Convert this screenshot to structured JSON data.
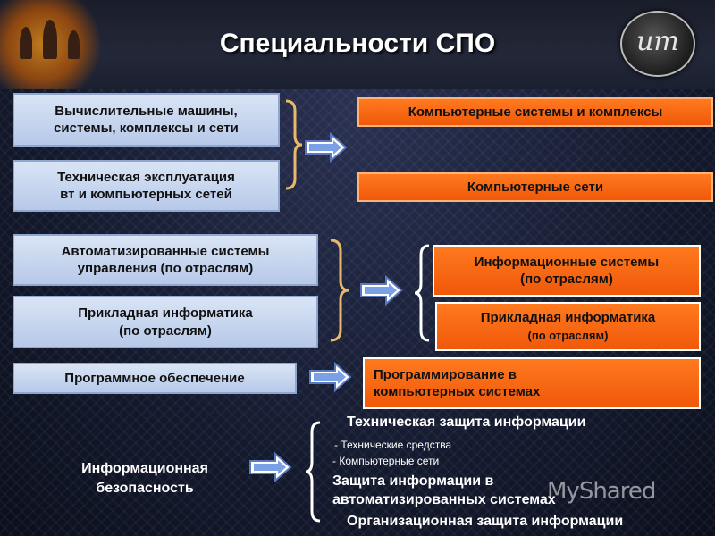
{
  "title": "Специальности СПО",
  "logo_text": "um",
  "left_boxes": {
    "vm_line1": "Вычислительные машины,",
    "vm_line2": "системы, комплексы и сети",
    "te_line1": "Техническая эксплуатация",
    "te_line2": "вт и компьютерных сетей",
    "asu_line1": "Автоматизированные системы",
    "asu_line2": "управления (по отраслям)",
    "pi_line1": "Прикладная информатика",
    "pi_line2": "(по отраслям)",
    "po": "Программное обеспечение"
  },
  "right_boxes": {
    "ksk": "Компьютерные системы и комплексы",
    "ks": "Компьютерные сети",
    "is_line1": "Информационные системы",
    "is_line2": "(по отраслям)",
    "pi_line1": "Прикладная информатика",
    "pi_line2": "(по отраслям)",
    "prog_line1": "Программирование в",
    "prog_line2": "компьютерных системах"
  },
  "security": {
    "left_line1": "Информационная",
    "left_line2": "безопасность",
    "tzi": "Техническая защита информации",
    "sub1": "- Технические средства",
    "sub2": "- Компьютерные сети",
    "zias_line1": "Защита информации в",
    "zias_line2": "автоматизированных системах",
    "ozi": "Организационная защита информации"
  },
  "watermark": "MyShared",
  "colors": {
    "accent_orange": "#f0580a",
    "box_blue": "#c4d4ef",
    "background": "#141a2e"
  }
}
